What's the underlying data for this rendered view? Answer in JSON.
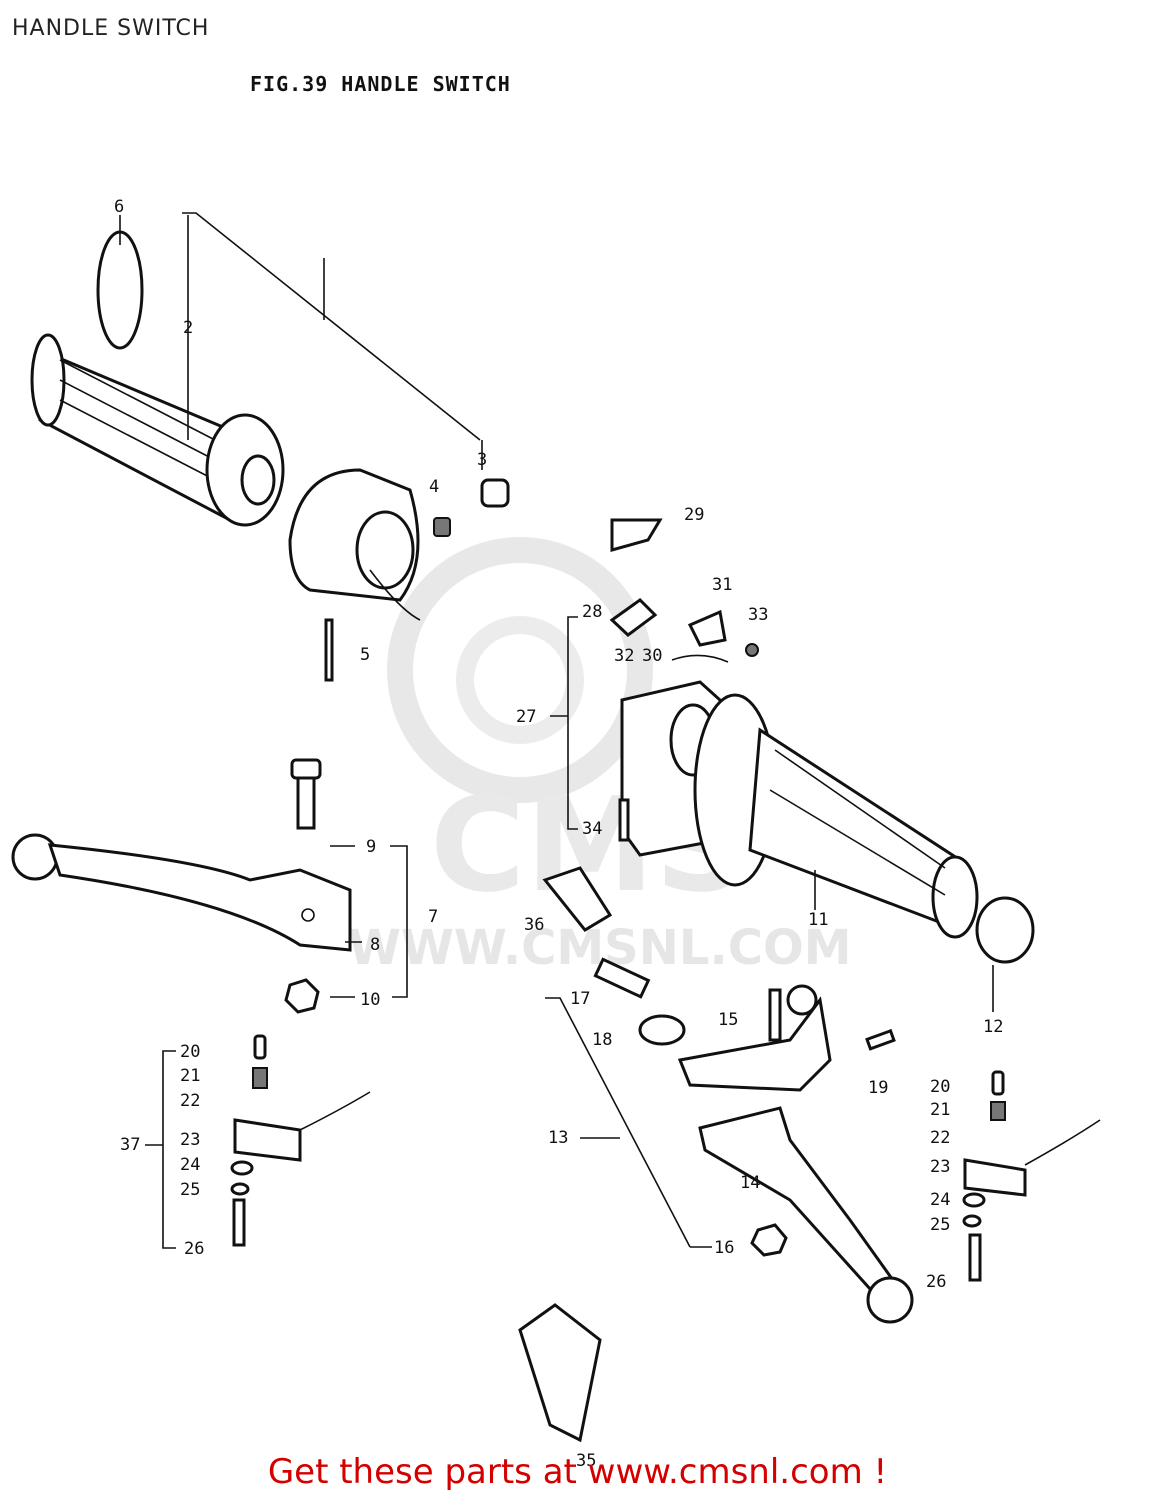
{
  "page": {
    "title": "HANDLE SWITCH"
  },
  "figure": {
    "title": "FIG.39  HANDLE SWITCH"
  },
  "watermark": {
    "url": "WWW.CMSNL.COM",
    "logo_text": "CMS"
  },
  "footer": {
    "text": "Get these parts at www.cmsnl.com !"
  },
  "callouts": [
    "2",
    "3",
    "4",
    "5",
    "6",
    "7",
    "8",
    "9",
    "10",
    "11",
    "12",
    "13",
    "14",
    "15",
    "16",
    "17",
    "18",
    "19",
    "20",
    "21",
    "22",
    "23",
    "24",
    "25",
    "26",
    "27",
    "28",
    "29",
    "30",
    "31",
    "32",
    "33",
    "34",
    "35",
    "36",
    "37"
  ],
  "colors": {
    "footer_text": "#d40000",
    "line_art": "#111111",
    "watermark": "#e6e6e6"
  }
}
